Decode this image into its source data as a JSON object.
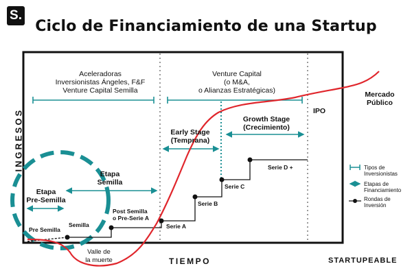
{
  "logo": {
    "letter": "S."
  },
  "title": "Ciclo de Financiamiento de una Startup",
  "y_axis_label": "INGRESOS",
  "x_axis_label": "TIEMPO",
  "brand": "STARTUPEABLE",
  "investor_types": {
    "early": [
      "Aceleradoras",
      "Inversionistas Ángeles, F&F",
      "Venture Capital Semilla"
    ],
    "late": [
      "Venture Capital",
      "(o M&A,",
      "o Alianzas Estratégicas)"
    ]
  },
  "stages": {
    "pre_seed": [
      "Etapa",
      "Pre-Semilla"
    ],
    "seed": [
      "Etapa",
      "Semilla"
    ],
    "early": [
      "Early Stage",
      "(Temprana)"
    ],
    "growth": [
      "Growth Stage",
      "(Crecimiento)"
    ],
    "ipo": "IPO",
    "public_market": [
      "Mercado",
      "Público"
    ]
  },
  "rounds": {
    "pre_seed": "Pre Semilla",
    "seed": "Semilla",
    "post_seed": [
      "Post Semilla",
      "o Pre-Serie A"
    ],
    "series_a": "Serie A",
    "series_b": "Serie B",
    "series_c": "Serie C",
    "series_d": "Serie D +"
  },
  "valley": [
    "Valle de",
    "la muerte"
  ],
  "legend": {
    "investor_types": [
      "Tipos de",
      "Inversionistas"
    ],
    "stages": [
      "Etapas de",
      "Financiamiento"
    ],
    "rounds": [
      "Rondas de",
      "Inversión"
    ]
  },
  "colors": {
    "curve": "#e0262c",
    "teal": "#1a8f94",
    "frame": "#111111",
    "divider": "#999999"
  }
}
